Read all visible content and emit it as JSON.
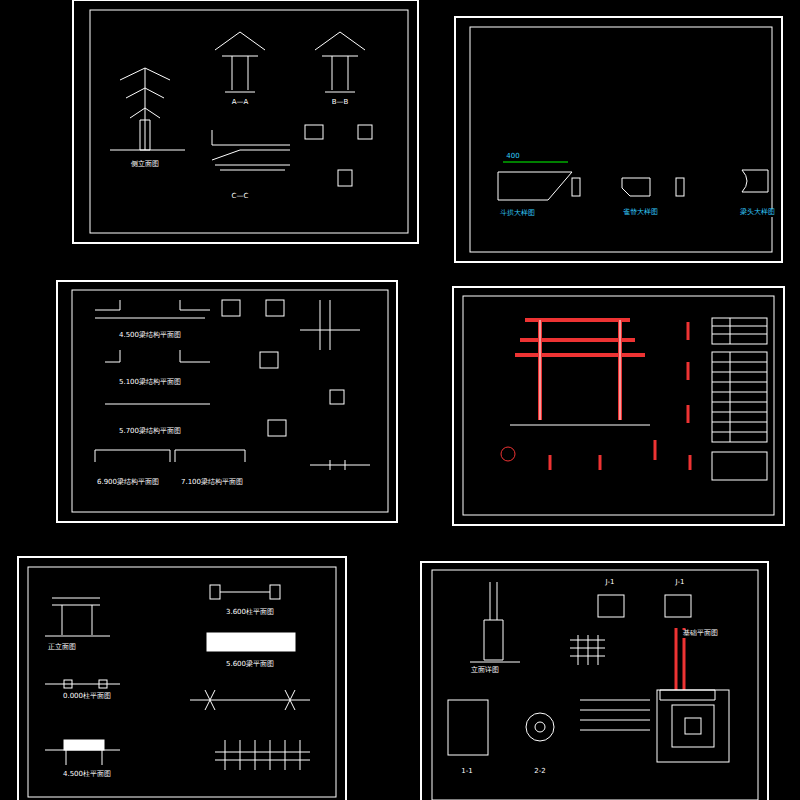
{
  "diagram": {
    "labels": [
      "侧立面图",
      "A—A",
      "B—B",
      "C—C",
      "400",
      "斗拱大样图",
      "雀替大样图",
      "梁头大样图",
      "4.500梁结构平面图",
      "5.100梁结构平面图",
      "5.700梁结构平面图",
      "6.900梁结构平面图",
      "7.100梁结构平面图",
      "正立面图",
      "0.000柱平面图",
      "4.500柱平面图",
      "3.600柱平面图",
      "5.600梁平面图",
      "J-1",
      "J-1",
      "基础平面图",
      "立面详图",
      "1-1",
      "2-2"
    ]
  }
}
